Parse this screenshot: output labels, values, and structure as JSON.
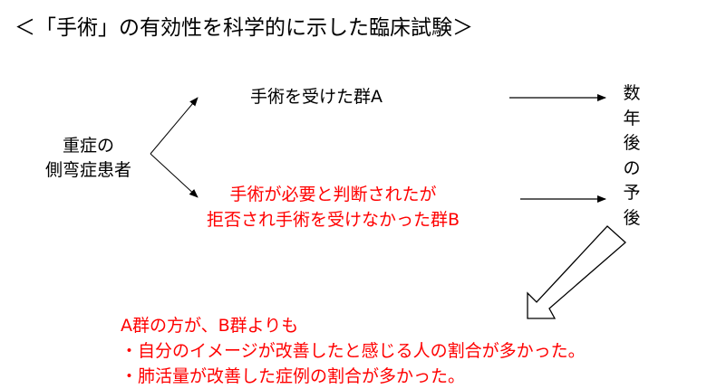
{
  "title": "＜「手術」の有効性を科学的に示した臨床試験＞",
  "patients": {
    "line1": "重症の",
    "line2": "側弯症患者"
  },
  "group_a": "手術を受けた群A",
  "group_b": {
    "line1": "手術が必要と判断されたが",
    "line2": "拒否され手術を受けなかった群B"
  },
  "prognosis": [
    "数",
    "年",
    "後",
    "の",
    "予",
    "後"
  ],
  "result": {
    "heading": "A群の方が、B群よりも",
    "items": [
      "・自分のイメージが改善したと感じる人の割合が多かった。",
      "・肺活量が改善した症例の割合が多かった。"
    ]
  },
  "colors": {
    "text": "#000000",
    "highlight": "#ff0000"
  }
}
